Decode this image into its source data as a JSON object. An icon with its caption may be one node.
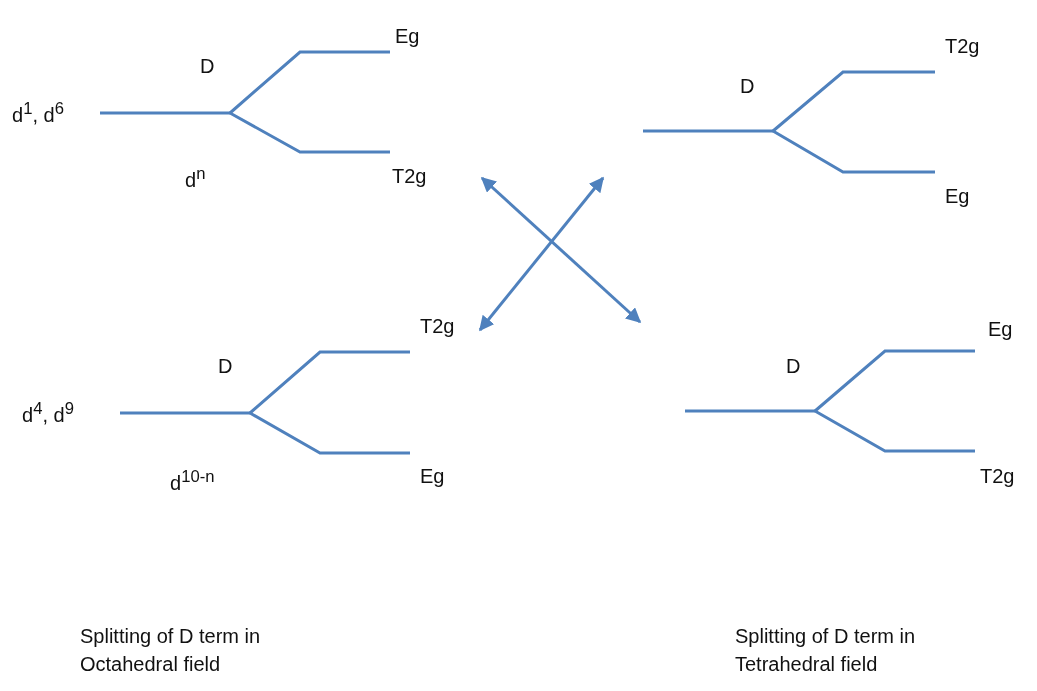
{
  "diagram": {
    "nodes": [
      {
        "text": [
          "d$^{1}$, d$^{6}$",
          "D",
          "Eg",
          "T2g",
          "d$^{n}$"
        ]
      },
      {
        "text": [
          "D",
          "T2g",
          "Eg"
        ]
      },
      {
        "text": [
          "D",
          "d$^{4}$, d$^{9}$",
          "T2g",
          "Eg",
          "d$^{10-n}$"
        ]
      },
      {
        "text": [
          "D",
          "Eg",
          "T2g"
        ]
      }
    ],
    "edges": [
      {
        "from": 0,
        "to": 3,
        "arrow": "both"
      },
      {
        "from": 1,
        "to": 2,
        "arrow": "both"
      }
    ],
    "labels": [
      "Splitting of D term in Octahedral field",
      "Splitting of D term in Tetrahedral field"
    ]
  }
}
